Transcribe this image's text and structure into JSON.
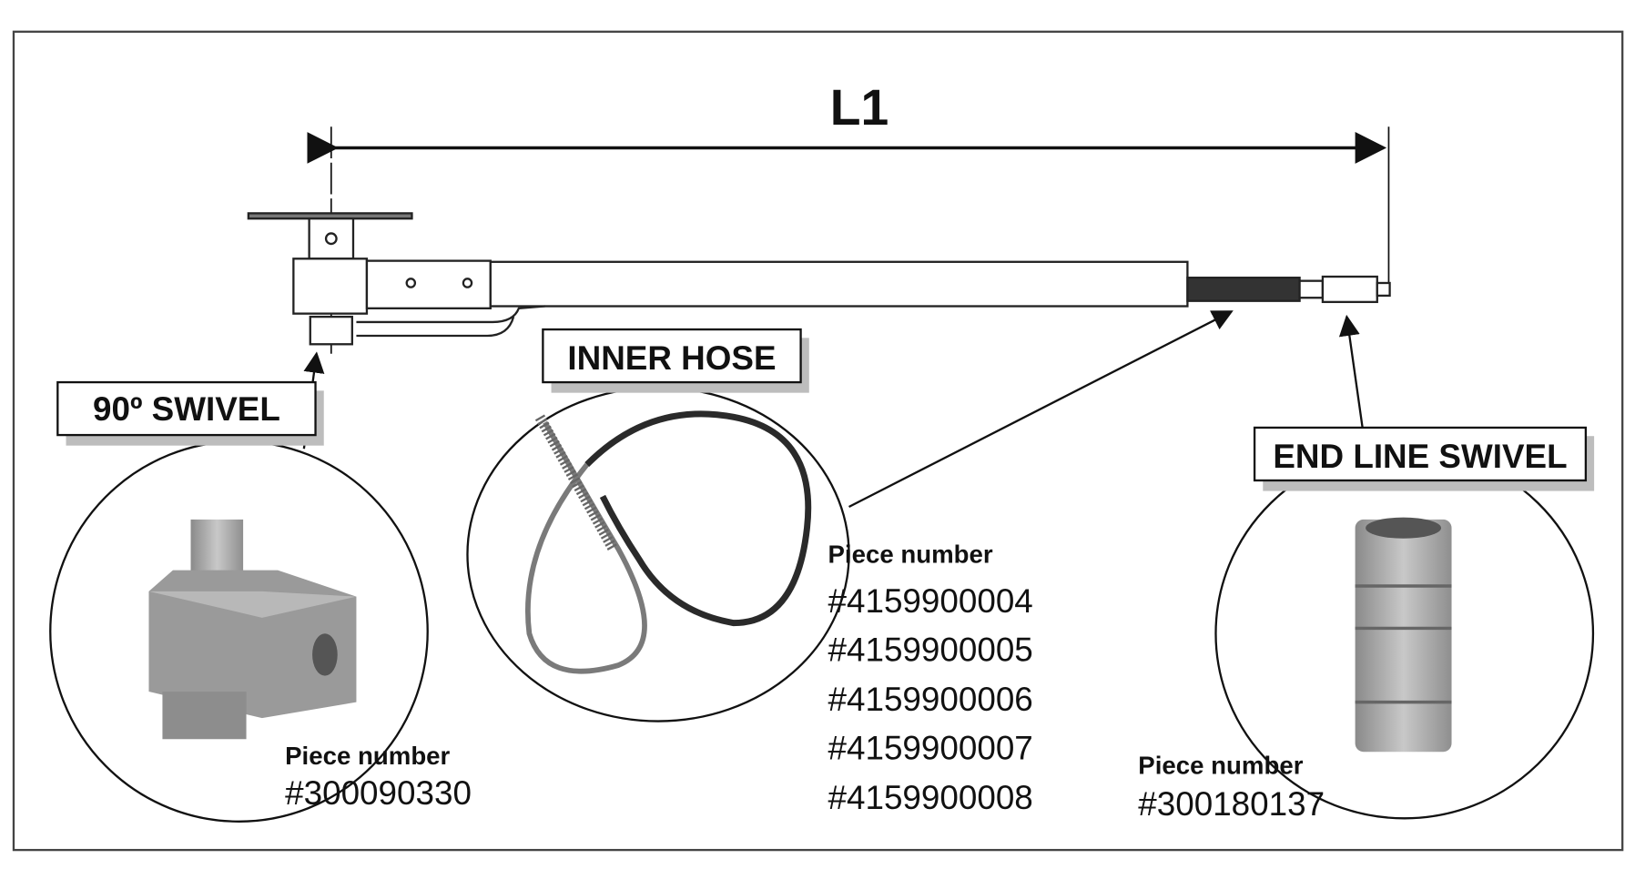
{
  "dimension_label": "L1",
  "callouts": {
    "swivel_90": {
      "title": "90º SWIVEL",
      "piece_label": "Piece number",
      "piece_number": "#300090330"
    },
    "inner_hose": {
      "title": "INNER HOSE",
      "piece_label": "Piece number",
      "piece_numbers": [
        "#4159900004",
        "#4159900005",
        "#4159900006",
        "#4159900007",
        "#4159900008"
      ]
    },
    "end_line_swivel": {
      "title": "END LINE SWIVEL",
      "piece_label": "Piece number",
      "piece_number": "#300180137"
    }
  },
  "colors": {
    "line": "#111111",
    "metal": "#a8a8a8",
    "shadow": "#bdbdbd"
  }
}
